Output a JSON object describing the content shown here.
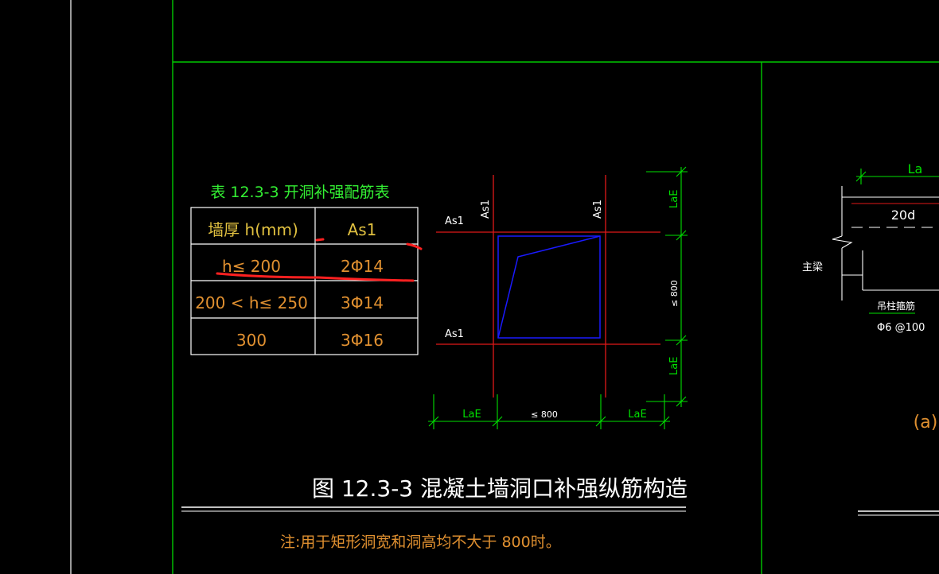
{
  "colors": {
    "background": "#000000",
    "frame": "#00c800",
    "table_text": "#e0c040",
    "table_title": "#33ee33",
    "table_line": "#ffffff",
    "bar_line": "#e01818",
    "opening": "#1a1aff",
    "dim": "#00e000",
    "annotation": "#ff2020",
    "caption": "#ffffff",
    "note": "#e09030",
    "label_white": "#ffffff"
  },
  "table": {
    "title": "表 12.3-3  开洞补强配筋表",
    "header": {
      "thickness": "墙厚 h(mm)",
      "bar": "As1"
    },
    "rows": [
      {
        "thickness": "h≤ 200",
        "bar": "2Φ14"
      },
      {
        "thickness": "200 < h≤ 250",
        "bar": "3Φ14"
      },
      {
        "thickness": "300",
        "bar": "3Φ16"
      }
    ]
  },
  "opening_detail": {
    "bar_label": "As1",
    "dim_lae": "LaE",
    "dim_le800": "≤ 800"
  },
  "caption": "图 12.3-3  混凝土墙洞口补强纵筋构造",
  "note": "注:用于矩形洞宽和洞高均不大于 800时。",
  "right_detail": {
    "la": "La",
    "d20": "20d",
    "main_beam": "主梁",
    "hanger": "吊柱箍筋",
    "spacing": "Φ6 @100",
    "sub_label": "(a)"
  }
}
